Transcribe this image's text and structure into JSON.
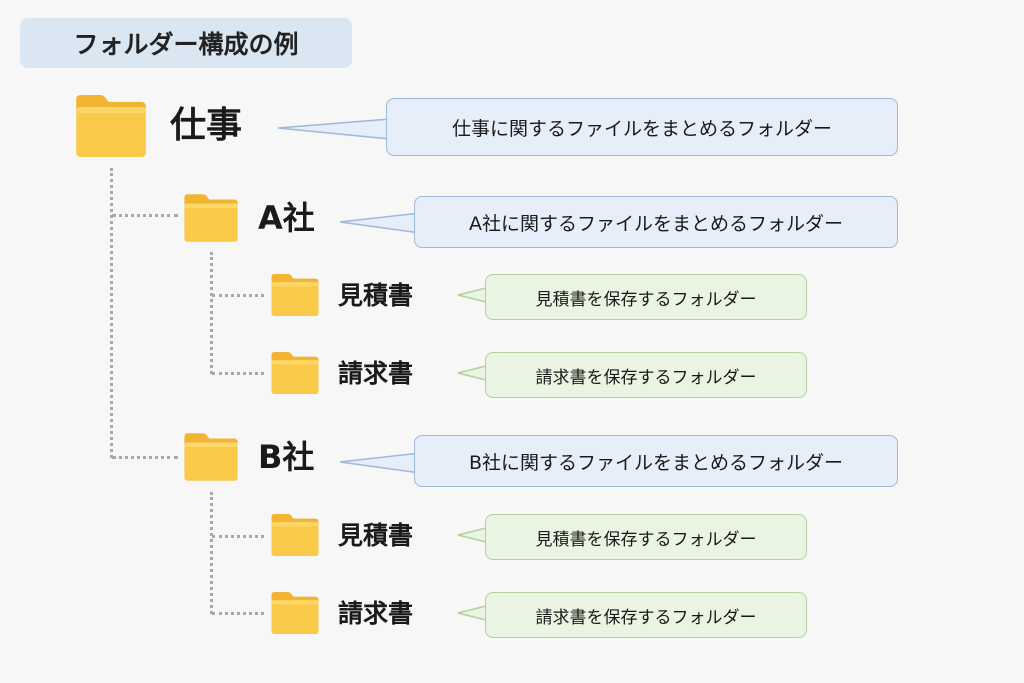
{
  "title": "フォルダー構成の例",
  "root": {
    "name": "仕事",
    "description": "仕事に関するファイルをまとめるフォルダー"
  },
  "companies": [
    {
      "name": "A社",
      "description": "A社に関するファイルをまとめるフォルダー",
      "children": [
        {
          "name": "見積書",
          "description": "見積書を保存するフォルダー"
        },
        {
          "name": "請求書",
          "description": "請求書を保存するフォルダー"
        }
      ]
    },
    {
      "name": "B社",
      "description": "B社に関するファイルをまとめるフォルダー",
      "children": [
        {
          "name": "見積書",
          "description": "見積書を保存するフォルダー"
        },
        {
          "name": "請求書",
          "description": "請求書を保存するフォルダー"
        }
      ]
    }
  ],
  "colors": {
    "folder_body": "#f9c94a",
    "folder_tab": "#f2b533",
    "blue_bubble": "#e6eef9",
    "green_bubble": "#e9f4e2",
    "connector": "#a9a9a9"
  },
  "icons": {
    "folder": "folder-icon"
  }
}
